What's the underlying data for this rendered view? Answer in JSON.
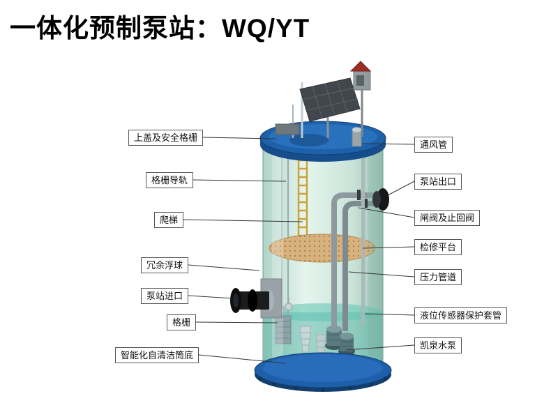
{
  "title": "一体化预制泵站：WQ/YT",
  "labels": {
    "left": [
      "上盖及安全格栅",
      "格栅导轨",
      "爬梯",
      "冗余浮球",
      "泵站进口",
      "格栅",
      "智能化自清洁筒底"
    ],
    "right": [
      "通风管",
      "泵站出口",
      "闸阀及止回阀",
      "检修平台",
      "压力管道",
      "液位传感器保护套管",
      "凯泉水泵"
    ]
  },
  "colors": {
    "lid_blue": "#1e61ab",
    "flange_blue": "#1d5fa8",
    "glass_green": "#cfe8de",
    "water_teal": "#46b0a0",
    "platform_tan": "#d8b27c",
    "ladder_yellow": "#c9a23b",
    "roof_red": "#9c2d24"
  }
}
